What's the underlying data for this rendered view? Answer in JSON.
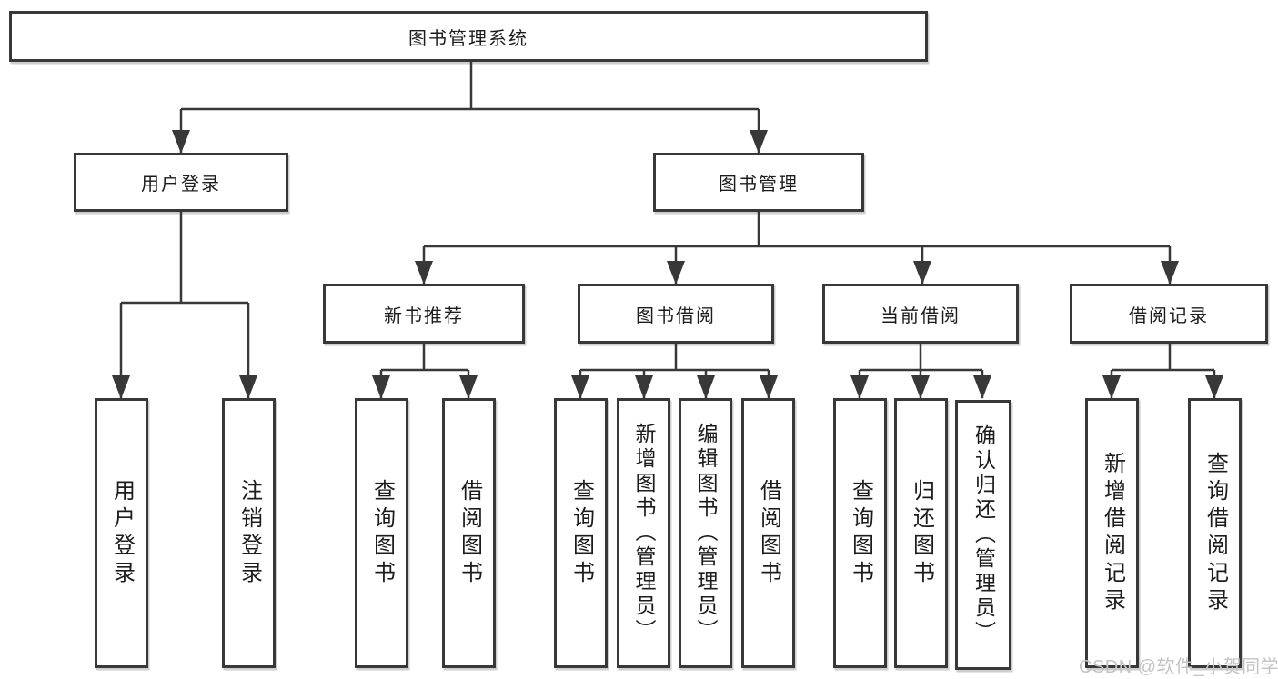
{
  "root": {
    "label": "图书管理系统"
  },
  "level2": {
    "user_login": "用户登录",
    "book_management": "图书管理"
  },
  "level3": {
    "new_book_recommend": "新书推荐",
    "book_borrowing": "图书借阅",
    "current_borrowing": "当前借阅",
    "borrowing_records": "借阅记录"
  },
  "leaves": {
    "user_login": "用户登录",
    "logout": "注销登录",
    "nb_query_books": "查询图书",
    "nb_borrow_books": "借阅图书",
    "bb_query_books": "查询图书",
    "bb_add_books": "新增图书（管理员）",
    "bb_edit_books": "编辑图书（管理员）",
    "bb_borrow_books": "借阅图书",
    "cb_query_books": "查询图书",
    "cb_return_books": "归还图书",
    "cb_confirm_return": "确认归还（管理员）",
    "br_add_record": "新增借阅记录",
    "br_query_record": "查询借阅记录"
  },
  "watermark": {
    "text": "CSDN @软件_小贺同学"
  },
  "colors": {
    "line": "#383838",
    "text": "#1c1c1c",
    "watermark": "#c4c4c4",
    "background": "#ffffff"
  }
}
